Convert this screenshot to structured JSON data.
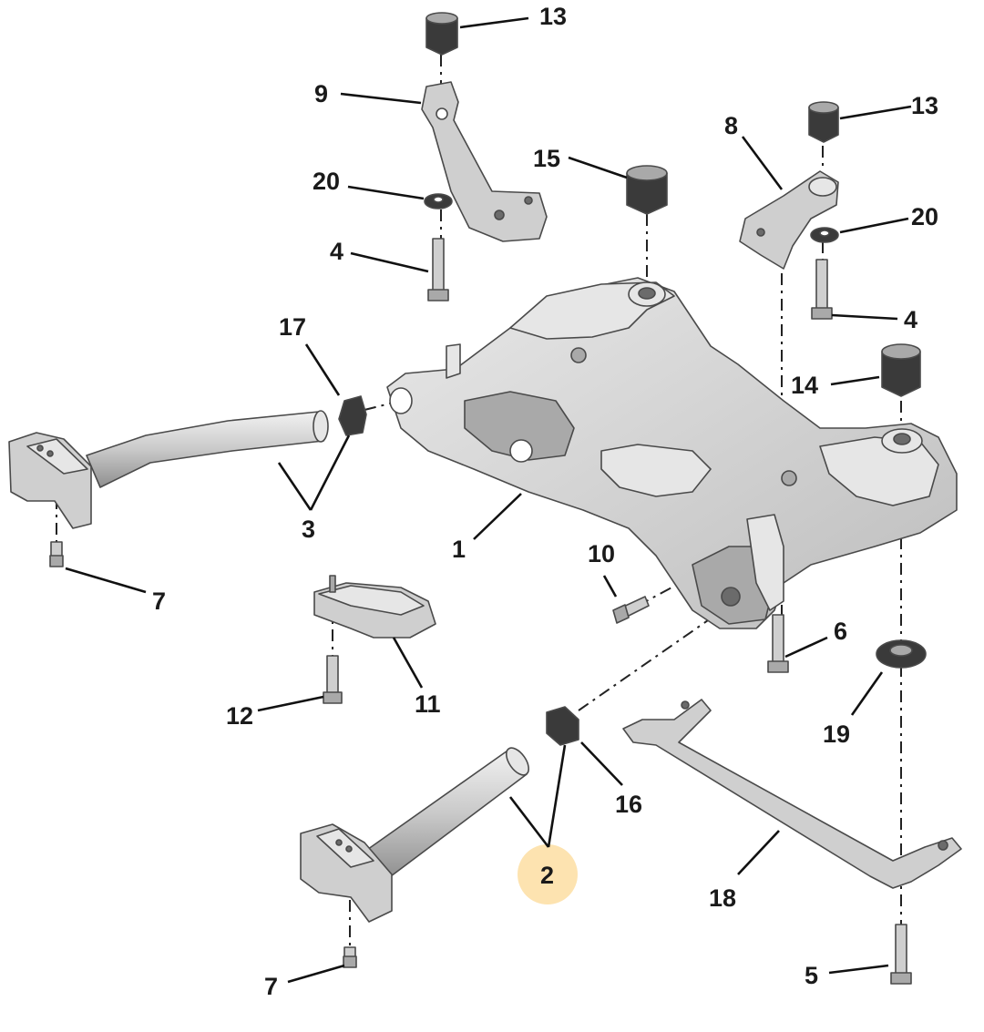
{
  "callouts": {
    "c1": "1",
    "c2": "2",
    "c3": "3",
    "c4a": "4",
    "c4b": "4",
    "c5": "5",
    "c6": "6",
    "c7a": "7",
    "c7b": "7",
    "c8": "8",
    "c9": "9",
    "c10": "10",
    "c11": "11",
    "c12": "12",
    "c13a": "13",
    "c13b": "13",
    "c14": "14",
    "c15": "15",
    "c16": "16",
    "c17": "17",
    "c18": "18",
    "c19": "19",
    "c20a": "20",
    "c20b": "20"
  },
  "colors": {
    "highlight": "#fde3b0",
    "metal": "#cfcfcf",
    "rubber": "#3a3a3a"
  }
}
